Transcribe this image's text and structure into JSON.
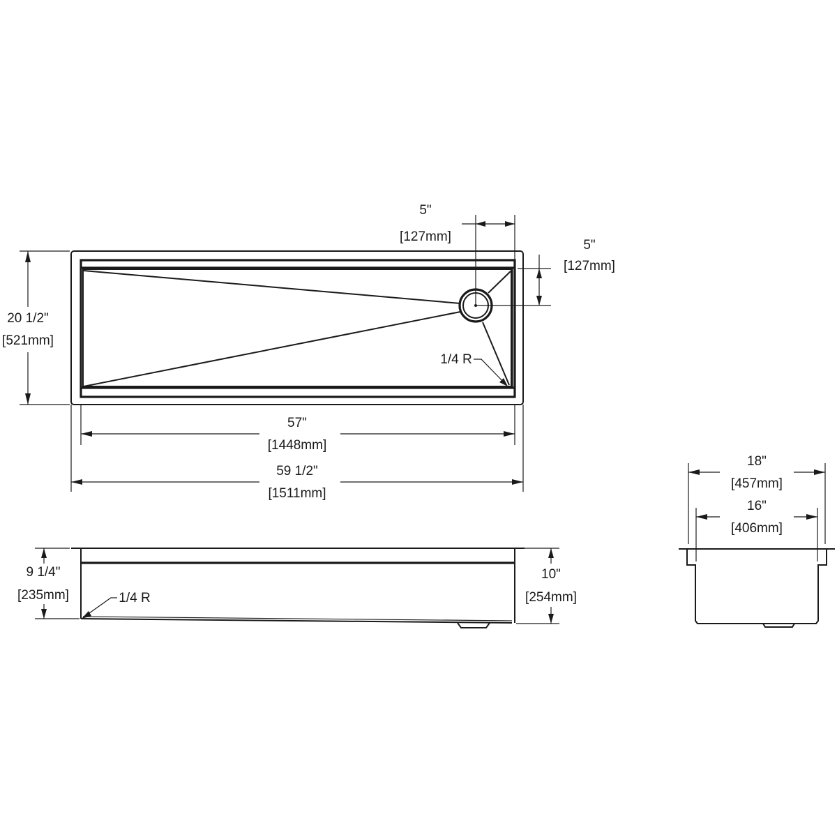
{
  "drawing": {
    "title": "Workstation sink dimension drawing",
    "line_color": "#1a1a1a",
    "background": "#ffffff"
  },
  "top_view": {
    "drain_offset_x": {
      "imperial": "5\"",
      "metric": "127mm"
    },
    "drain_offset_y": {
      "imperial": "5\"",
      "metric": "127mm"
    },
    "overall_depth": {
      "imperial": "20 1/2\"",
      "metric": "521mm"
    },
    "corner_radius_label": "1/4 R",
    "bowl_length": {
      "imperial": "57\"",
      "metric": "1448mm"
    },
    "overall_length": {
      "imperial": "59 1/2\"",
      "metric": "1511mm"
    }
  },
  "front_view": {
    "left_height": {
      "imperial": "9 1/4\"",
      "metric": "235mm"
    },
    "right_height": {
      "imperial": "10\"",
      "metric": "254mm"
    },
    "corner_radius_label": "1/4 R"
  },
  "side_view": {
    "overall_width": {
      "imperial": "18\"",
      "metric": "457mm"
    },
    "bowl_width": {
      "imperial": "16\"",
      "metric": "406mm"
    }
  }
}
